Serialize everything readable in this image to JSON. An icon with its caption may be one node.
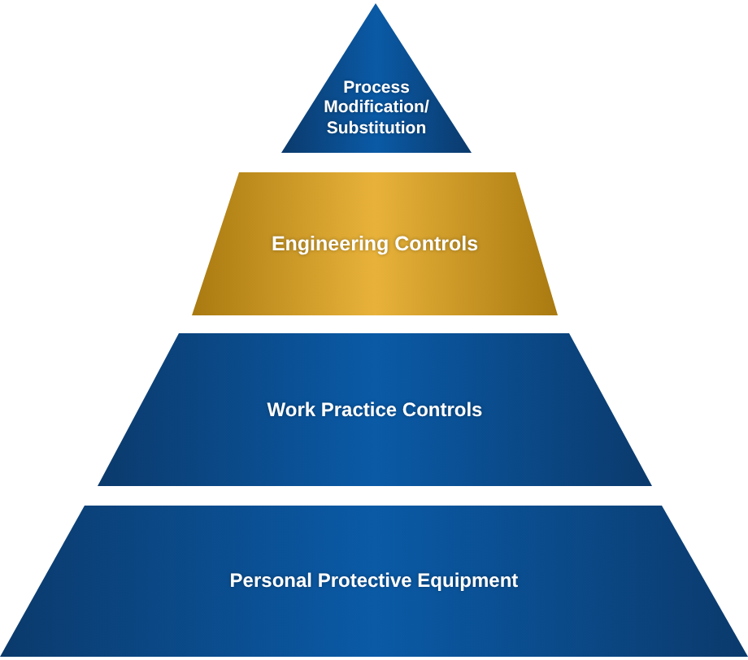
{
  "diagram": {
    "nodes": [
      {
        "text": [
          "Process Modification/ Substitution"
        ]
      },
      {
        "text": [
          "Engineering Controls"
        ]
      },
      {
        "text": [
          "Work Practice Controls"
        ]
      },
      {
        "text": [
          "Personal Protective Equipment"
        ]
      }
    ]
  }
}
